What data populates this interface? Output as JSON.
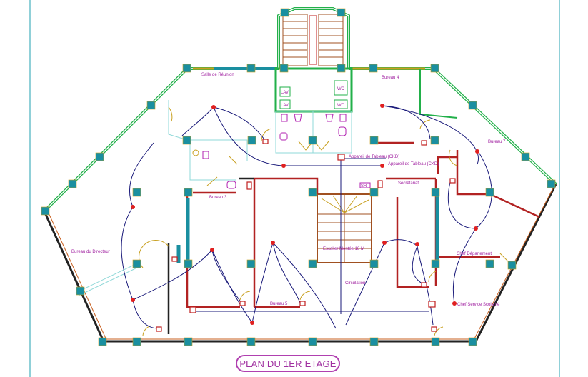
{
  "drawing": {
    "title": "PLAN DU 1ER ETAGE",
    "rooms": {
      "meeting_room": "Salle de Réunion",
      "office_top_right": "Bureau 4",
      "office_right": "Bureau 7",
      "office_mid_left": "Bureau 3",
      "office_bottom": "Bureau 5",
      "director": "Bureau du Directeur",
      "secretariat": "Secrétariat",
      "dept_head": "Chef Département",
      "service_head": "Chef Service Scolarité",
      "circulation": "Circulation",
      "wc_1": "LAV",
      "wc_2": "LAV",
      "wc_3": "WC",
      "wc_4": "WC"
    },
    "annotations": {
      "panel_1": "Appareil de Tableau (CKD)",
      "panel_2": "Appareil de Tableau (CKD)",
      "stair_note": "Escalier Montée 18 M",
      "sr_tag": "SR T"
    },
    "colors": {
      "wall": "#b22222",
      "column": "#1a8fa0",
      "wiring": "#1a1a7a",
      "label": "#a020a0",
      "glazing": "#22b04a",
      "door": "#c8a020"
    }
  }
}
